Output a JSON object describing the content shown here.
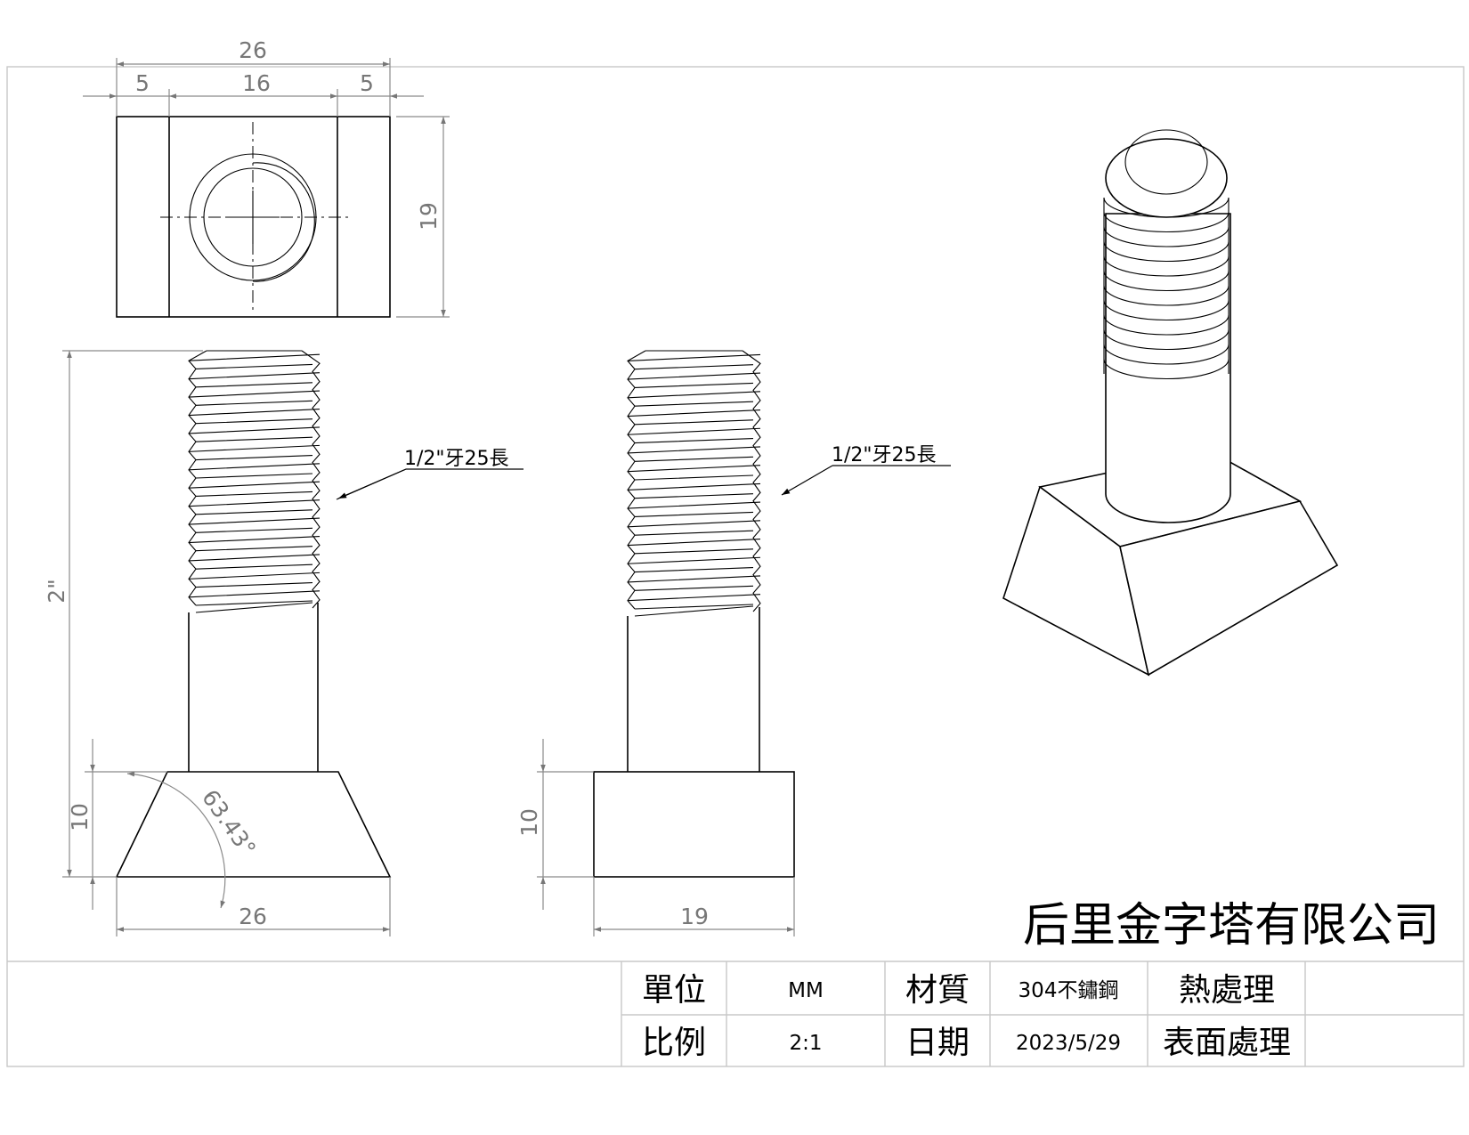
{
  "dimensions": {
    "top_overall_width": "26",
    "top_left_offset": "5",
    "top_center_width": "16",
    "top_right_offset": "5",
    "top_height": "19",
    "front_overall_length": "2\"",
    "front_head_height": "10",
    "front_head_angle": "63.43°",
    "front_base_width": "26",
    "side_head_height": "10",
    "side_base_width": "19"
  },
  "notes": {
    "thread_front": "1/2\"牙25長",
    "thread_side": "1/2\"牙25長"
  },
  "company": "后里金字塔有限公司",
  "title_block": {
    "unit_label": "單位",
    "unit_value": "MM",
    "material_label": "材質",
    "material_value": "304不鏽鋼",
    "heat_treatment_label": "熱處理",
    "scale_label": "比例",
    "scale_value": "2:1",
    "date_label": "日期",
    "date_value": "2023/5/29",
    "surface_treatment_label": "表面處理"
  }
}
